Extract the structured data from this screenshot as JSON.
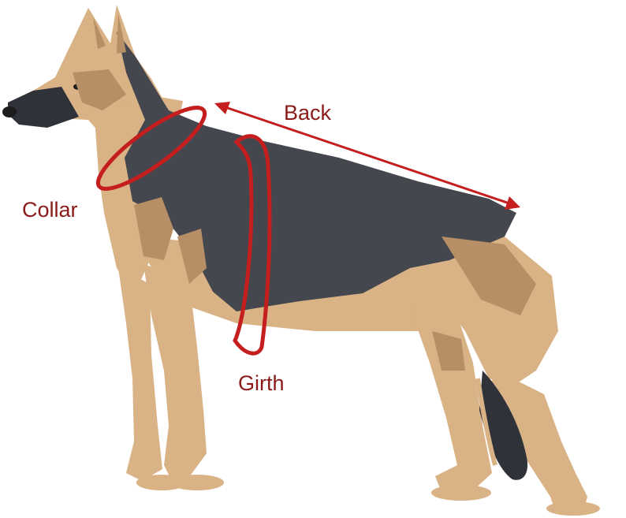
{
  "labels": {
    "back": "Back",
    "collar": "Collar",
    "girth": "Girth"
  },
  "colors": {
    "measure": "#c41e1e",
    "label_text": "#8b1a1a",
    "tan": "#d9b286",
    "tan_shade": "#b78f66",
    "coat": "#45474f",
    "coat_dark": "#30323a",
    "outline": "#5a4634",
    "nose": "#1c1c1f",
    "background": "#ffffff"
  }
}
